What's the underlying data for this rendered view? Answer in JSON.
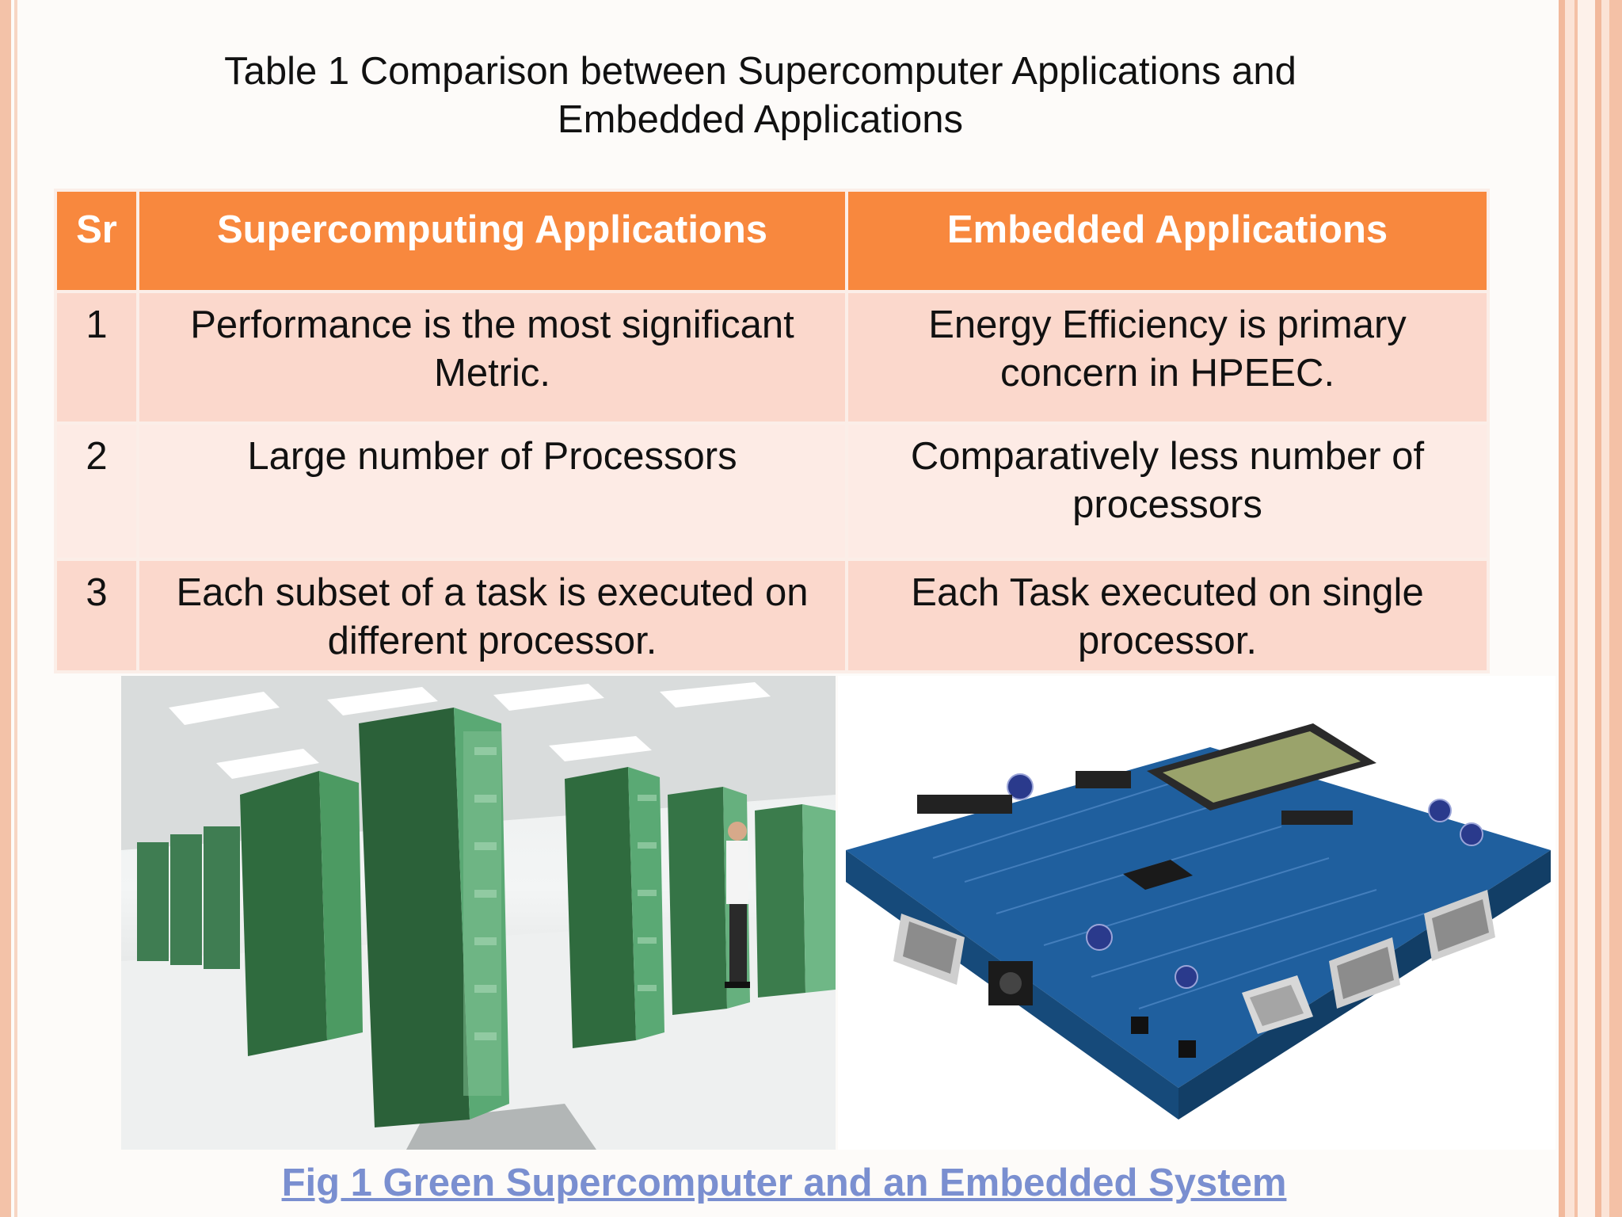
{
  "slide": {
    "title": "Table 1  Comparison between Supercomputer Applications and\nEmbedded Applications"
  },
  "table": {
    "headers": [
      "Sr",
      "Supercomputing  Applications",
      "Embedded Applications"
    ],
    "rows": [
      [
        "1",
        "Performance is the most significant Metric.",
        "Energy Efficiency is primary concern in HPEEC."
      ],
      [
        "2",
        "Large number of Processors",
        "Comparatively less number of processors"
      ],
      [
        "3",
        "Each subset of a task is executed on different processor.",
        "Each Task executed on single processor."
      ]
    ],
    "colors": {
      "header_bg": "#f8883e",
      "header_text": "#ffffff",
      "row_odd_bg": "#fbd8cc",
      "row_even_bg": "#fdebe5"
    }
  },
  "figure": {
    "caption": "Fig 1 Green Supercomputer and an Embedded System",
    "caption_color": "#7a8fd0"
  }
}
